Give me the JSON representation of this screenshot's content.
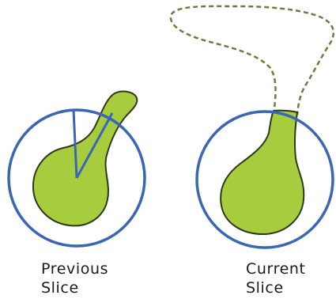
{
  "panels": {
    "previous": {
      "line1": "Previous",
      "line2": "Slice"
    },
    "current": {
      "line1": "Current",
      "line2": "Slice"
    }
  },
  "colors": {
    "circle": "#3a66b3",
    "shape_fill": "#a7cd3f",
    "shape_stroke": "#2d3a16",
    "dashed_outline": "#6f7b40",
    "pointer_lines": "#3a66b3"
  }
}
